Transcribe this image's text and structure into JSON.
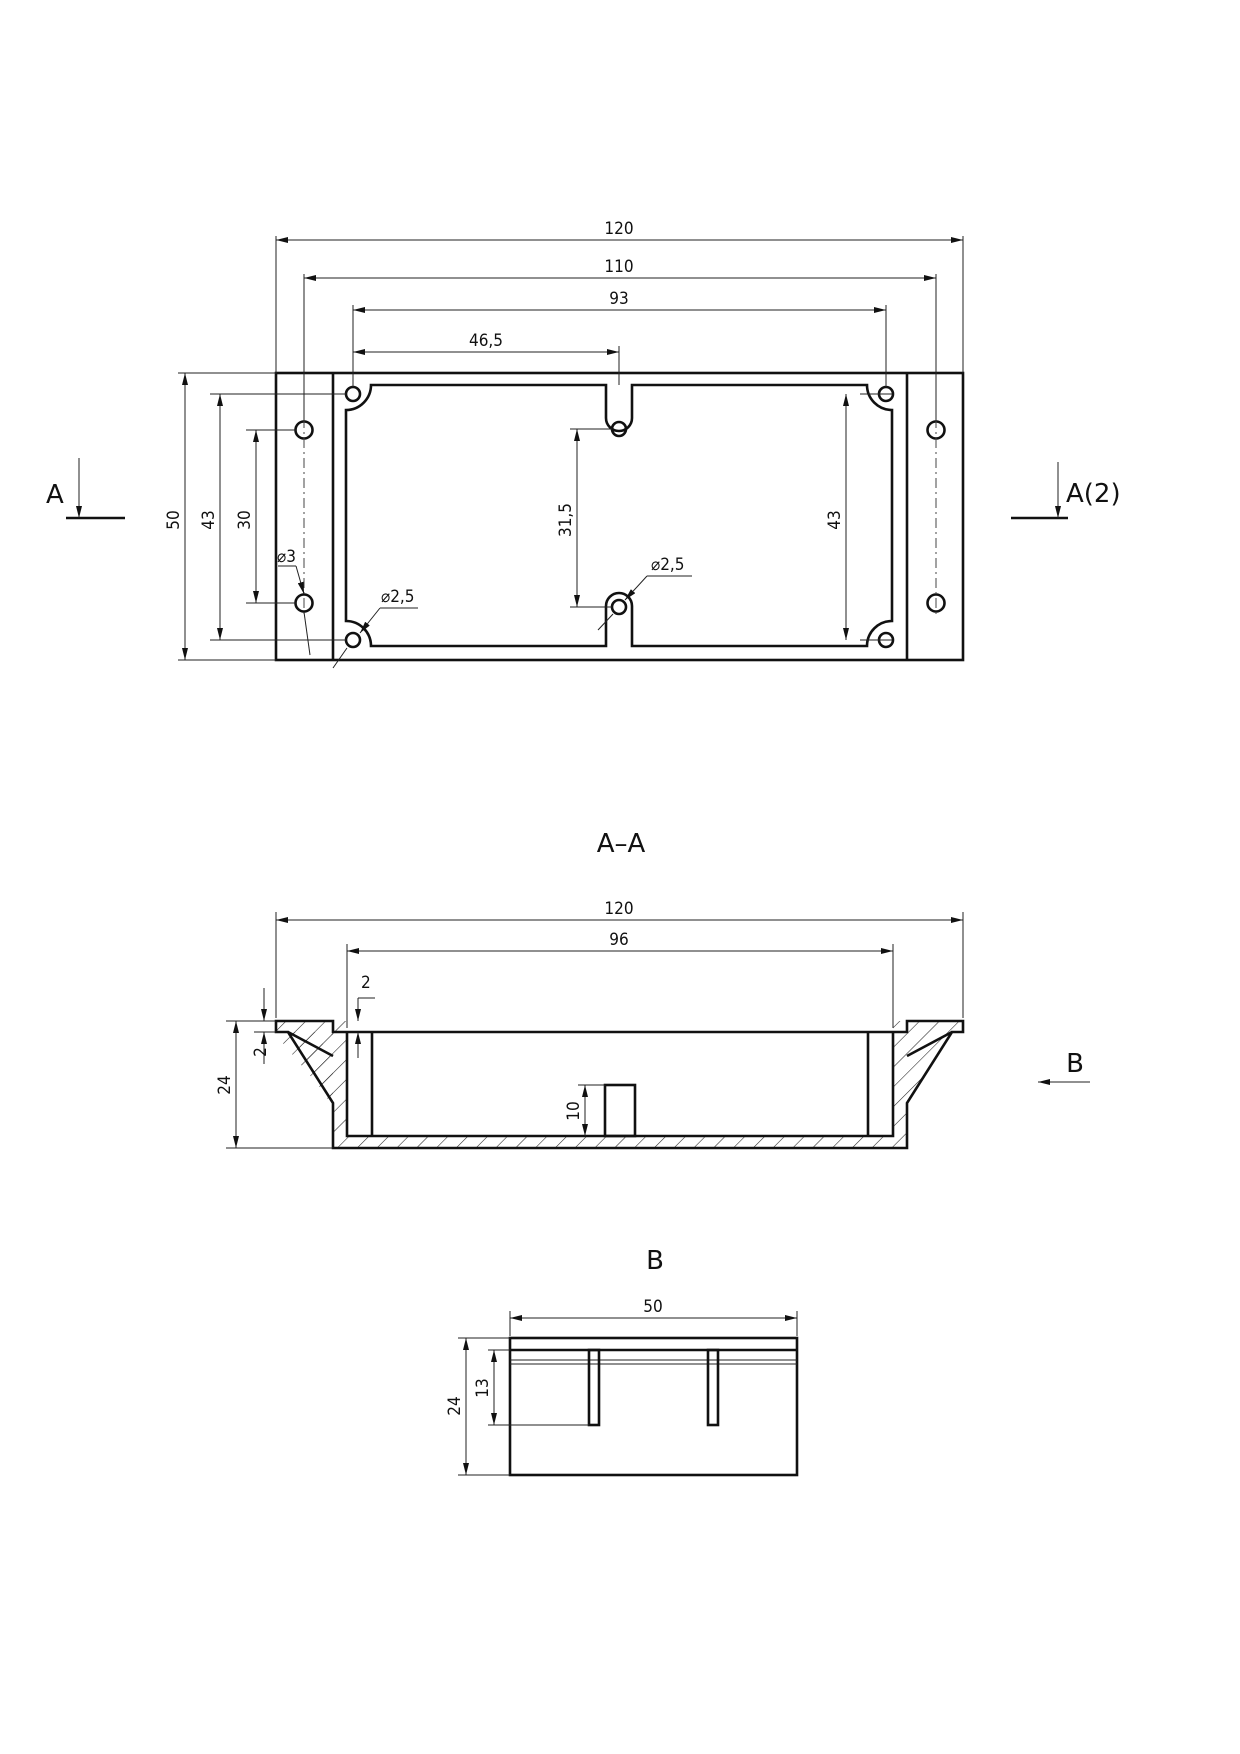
{
  "top_view": {
    "dim_overall_length": "120",
    "dim_hole_pitch_outer": "110",
    "dim_hole_pitch_inner": "93",
    "dim_center_offset": "46,5",
    "dim_overall_width": "50",
    "dim_height_43_left": "43",
    "dim_hole_pitch_vertical": "30",
    "dim_slot_pitch": "31,5",
    "dim_height_43_right": "43",
    "dim_hole_dia_3": "⌀3",
    "dim_hole_dia_2_5_left": "⌀2,5",
    "dim_hole_dia_2_5_center": "⌀2,5"
  },
  "section_markers": {
    "left": "A",
    "right": "A(2)"
  },
  "section_aa": {
    "title": "A–A",
    "dim_overall_length": "120",
    "dim_inner_length": "96",
    "dim_wall_2_top": "2",
    "dim_flange_2": "2",
    "dim_height_24": "24",
    "dim_post_height_10": "10",
    "view_arrow_label": "B"
  },
  "view_b": {
    "title": "B",
    "dim_width_50": "50",
    "dim_height_24": "24",
    "dim_height_13": "13"
  }
}
